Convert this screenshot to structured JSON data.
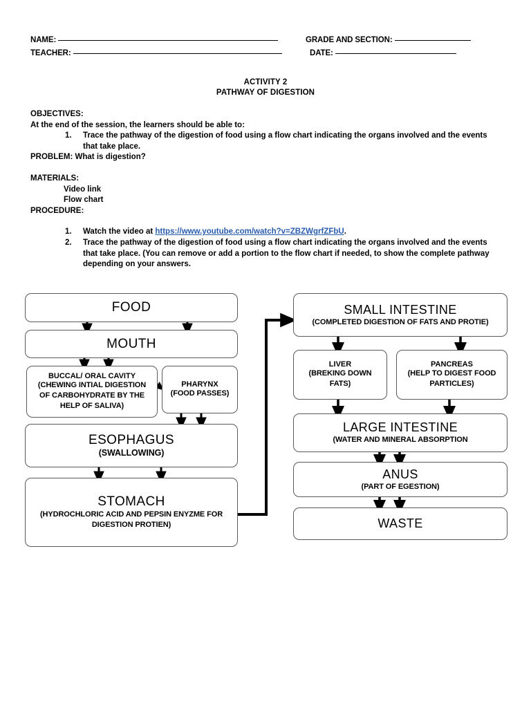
{
  "header": {
    "name_label": "NAME:",
    "teacher_label": "TEACHER:",
    "grade_label": "GRADE AND SECTION:",
    "date_label": "DATE:",
    "name_value": "",
    "teacher_value": "",
    "grade_value": "",
    "date_value": ""
  },
  "title": {
    "line1": "ACTIVITY 2",
    "line2": "PATHWAY OF DIGESTION"
  },
  "objectives": {
    "heading": "OBJECTIVES:",
    "intro": "At the end of the session, the learners should be able to:",
    "items": [
      {
        "num": "1.",
        "text": "Trace the pathway of the digestion of food using a flow chart indicating the organs involved and the events that take place."
      }
    ]
  },
  "problem": {
    "text": "PROBLEM: What is digestion?"
  },
  "materials": {
    "heading": "MATERIALS:",
    "items": [
      "Video link",
      "Flow chart"
    ]
  },
  "procedure": {
    "heading": "PROCEDURE:",
    "items": [
      {
        "num": "1.",
        "pre": "Watch the video at ",
        "link": "https://www.youtube.com/watch?v=ZBZWgrfZFbU",
        "post": "."
      },
      {
        "num": "2.",
        "pre": "Trace the pathway of the digestion of food using a flow chart indicating the organs involved and the events that take place. (You can remove or add  a portion to the flow chart if needed,  to show the complete pathway depending on your answers.",
        "link": "",
        "post": ""
      }
    ]
  },
  "flowchart": {
    "type": "flow-diagram",
    "nodes": [
      {
        "id": "food",
        "title": "FOOD",
        "subtitle": ""
      },
      {
        "id": "mouth",
        "title": "MOUTH",
        "subtitle": ""
      },
      {
        "id": "buccal",
        "title": "BUCCAL/ ORAL CAVITY",
        "subtitle": "(CHEWING INTIAL DIGESTION OF CARBOHYDRATE BY THE HELP OF SALIVA)"
      },
      {
        "id": "pharynx",
        "title": "PHARYNX",
        "subtitle": "(FOOD PASSES)"
      },
      {
        "id": "esophagus",
        "title": "ESOPHAGUS",
        "subtitle": "(SWALLOWING)"
      },
      {
        "id": "stomach",
        "title": "STOMACH",
        "subtitle": "(HYDROCHLORIC ACID AND PEPSIN ENYZME FOR DIGESTION PROTIEN)"
      },
      {
        "id": "small-intestine",
        "title": "SMALL INTESTINE",
        "subtitle": "(COMPLETED DIGESTION OF FATS AND PROTIE)"
      },
      {
        "id": "liver",
        "title": "LIVER",
        "subtitle": "(BREKING DOWN FATS)"
      },
      {
        "id": "pancreas",
        "title": "PANCREAS",
        "subtitle": "(HELP TO DIGEST FOOD PARTICLES)"
      },
      {
        "id": "large-intestine",
        "title": "LARGE INTESTINE",
        "subtitle": "(WATER AND MINERAL ABSORPTION"
      },
      {
        "id": "anus",
        "title": "ANUS",
        "subtitle": "(PART OF EGESTION)"
      },
      {
        "id": "waste",
        "title": "WASTE",
        "subtitle": ""
      }
    ],
    "edges": [
      {
        "from": "food",
        "to": "mouth"
      },
      {
        "from": "mouth",
        "to": "buccal"
      },
      {
        "from": "buccal",
        "to": "pharynx"
      },
      {
        "from": "pharynx",
        "to": "esophagus"
      },
      {
        "from": "esophagus",
        "to": "stomach"
      },
      {
        "from": "stomach",
        "to": "small-intestine"
      },
      {
        "from": "small-intestine",
        "to": "liver"
      },
      {
        "from": "small-intestine",
        "to": "pancreas"
      },
      {
        "from": "liver",
        "to": "large-intestine"
      },
      {
        "from": "pancreas",
        "to": "large-intestine"
      },
      {
        "from": "large-intestine",
        "to": "anus"
      },
      {
        "from": "anus",
        "to": "waste"
      }
    ]
  },
  "colors": {
    "text": "#000000",
    "link": "#2a5db0",
    "box_border": "#595959",
    "arrow": "#000000",
    "page_bg": "#ffffff"
  }
}
